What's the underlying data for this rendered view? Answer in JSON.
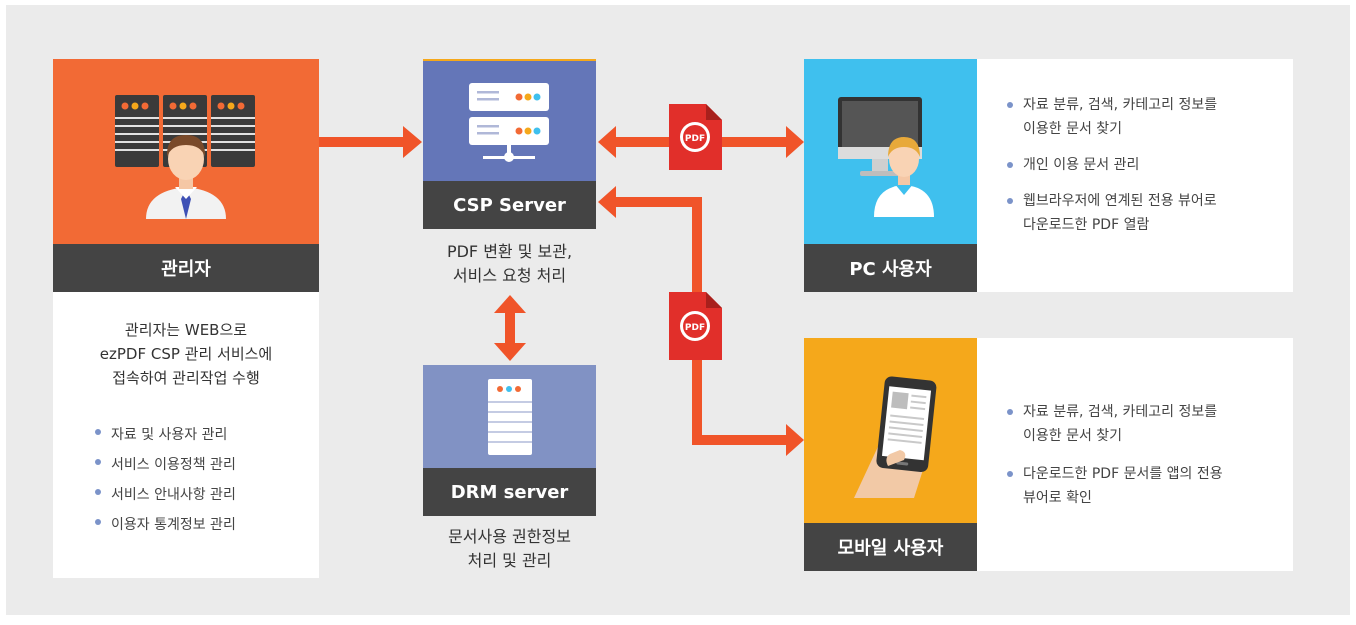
{
  "colors": {
    "admin": "#f26a35",
    "csp": "#6476b8",
    "drm": "#8192c4",
    "pc": "#3fc0ee",
    "mobile": "#f5a81b",
    "arrow": "#f05429",
    "pdf": "#e12f2a",
    "label_bar": "#444444",
    "bullet": "#7b93c9"
  },
  "admin": {
    "label": "관리자",
    "description": [
      "관리자는 WEB으로",
      "ezPDF CSP 관리 서비스에",
      "접속하여 관리작업 수행"
    ],
    "items": [
      "자료 및 사용자 관리",
      "서비스 이용정책 관리",
      "서비스 안내사항 관리",
      "이용자 통계정보 관리"
    ]
  },
  "csp": {
    "label": "CSP Server",
    "caption": [
      "PDF 변환 및 보관,",
      "서비스 요청 처리"
    ]
  },
  "drm": {
    "label": "DRM server",
    "caption": [
      "문서사용 권한정보",
      "처리 및 관리"
    ]
  },
  "pc": {
    "label": "PC 사용자",
    "items": [
      "자료 분류, 검색, 카테고리 정보를\n이용한 문서 찾기",
      "개인 이용 문서 관리",
      "웹브라우저에 연계된 전용 뷰어로\n다운로드한 PDF 열람"
    ]
  },
  "mobile": {
    "label": "모바일 사용자",
    "items": [
      "자료 분류, 검색, 카테고리 정보를\n이용한 문서 찾기",
      "다운로드한 PDF 문서를 앱의 전용\n뷰어로 확인"
    ]
  },
  "pdf_badge": "PDF"
}
